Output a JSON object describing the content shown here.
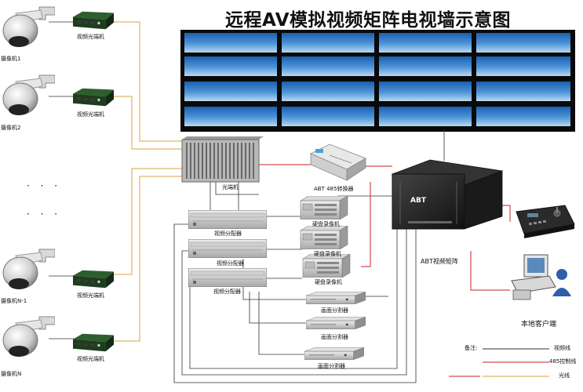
{
  "title": "远程AV模拟视频矩阵电视墙示意图",
  "cameras": [
    {
      "label": "摄像机1"
    },
    {
      "label": "摄像机2"
    },
    {
      "label": "摄像机N-1"
    },
    {
      "label": "摄像机N"
    }
  ],
  "ellipsis": "· · ·",
  "fiber_terminal_label": "视频光端机",
  "optical_terminal_label": "光端机",
  "protocol_converter_label": "ABT 485转换器",
  "video_distributor_label": "视频分配器",
  "dvr_label": "硬盘录像机",
  "splitter_label": "画面分割器",
  "matrix_label": "ABT视频矩阵",
  "matrix_brand": "ABT",
  "client_label": "本地客户端",
  "legend": {
    "title": "备注:",
    "items": [
      {
        "label": "视频线",
        "color": "#333333"
      },
      {
        "label": "485控制线",
        "color": "#cc2222"
      },
      {
        "label": "光线",
        "color": "#d8a040"
      }
    ]
  },
  "colors": {
    "video_line": "#333333",
    "control_line": "#cc2222",
    "fiber_line": "#d8a040"
  }
}
